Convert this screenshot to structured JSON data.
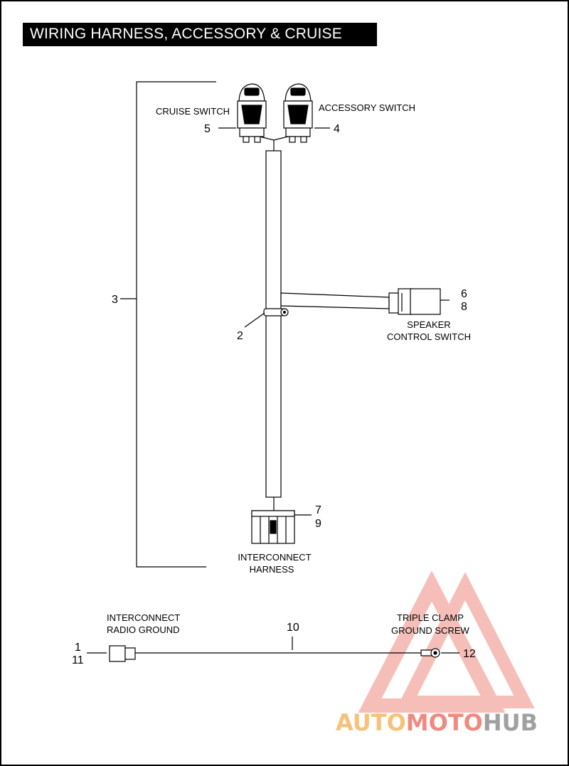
{
  "title": "WIRING HARNESS, ACCESSORY & CRUISE",
  "labels": {
    "cruise_switch": "CRUISE SWITCH",
    "accessory_switch": "ACCESSORY SWITCH",
    "speaker_line1": "SPEAKER",
    "speaker_line2": "CONTROL SWITCH",
    "interconnect_line1": "INTERCONNECT",
    "interconnect_line2": "HARNESS",
    "radio_ground_line1": "INTERCONNECT",
    "radio_ground_line2": "RADIO GROUND",
    "triple_clamp_line1": "TRIPLE CLAMP",
    "triple_clamp_line2": "GROUND SCREW"
  },
  "callouts": {
    "c1": "1",
    "c2": "2",
    "c3": "3",
    "c4": "4",
    "c5": "5",
    "c6": "6",
    "c7": "7",
    "c8": "8",
    "c9": "9",
    "c10": "10",
    "c11": "11",
    "c12": "12"
  },
  "watermark": {
    "part1": "AUTO",
    "part2": "MOTO",
    "part3": "HUB",
    "color1": "#f5c27a",
    "color2": "#f08a80",
    "color3": "#a0a0a0"
  },
  "colors": {
    "line": "#000000",
    "watermark_triangle": "#f08a80"
  }
}
